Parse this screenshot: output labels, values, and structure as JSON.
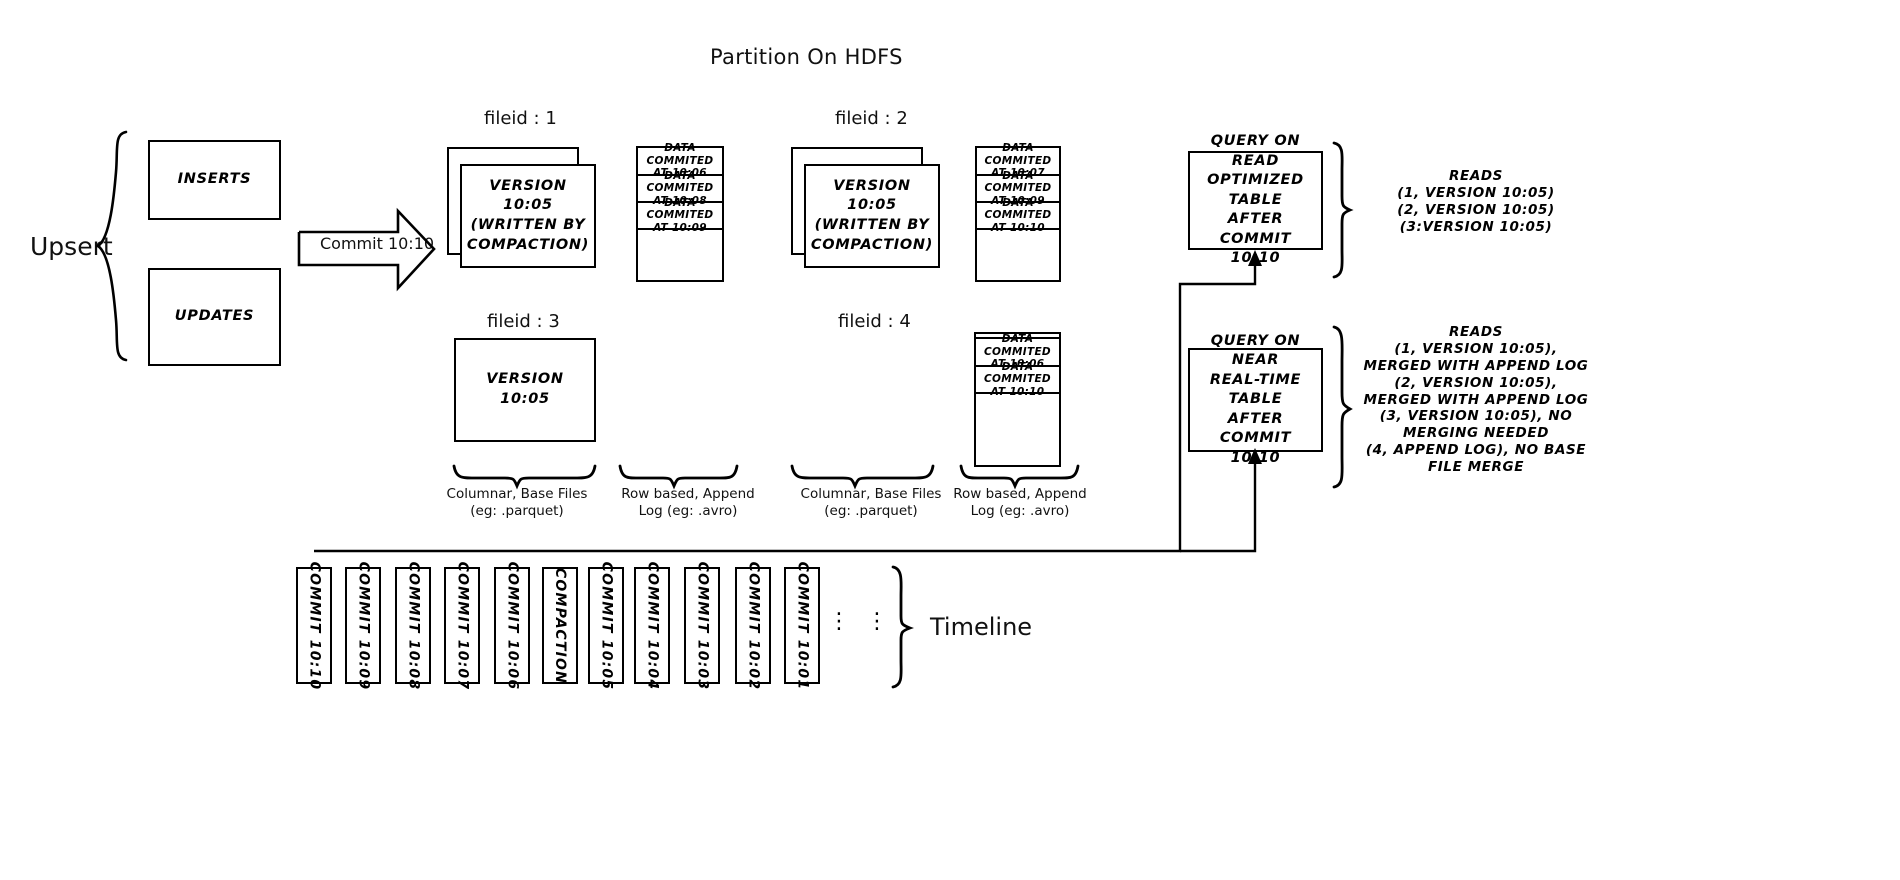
{
  "title": "Partition On HDFS",
  "upsert": {
    "label": "Upsert",
    "inserts_label": "INSERTS",
    "updates_label": "UPDATES"
  },
  "commit_arrow": {
    "label": "Commit 10:10"
  },
  "filegroups": [
    {
      "fileid_label": "fileid : 1",
      "base_text": "VERSION 10:05\n(WRITTEN BY\nCOMPACTION)",
      "log_entries": [
        "DATA COMMITED\nAT 10:06",
        "DATA COMMITED\nAT 10:08",
        "DATA COMMITED\nAT 10:09"
      ]
    },
    {
      "fileid_label": "fileid : 2",
      "base_text": "VERSION 10:05\n(WRITTEN BY\nCOMPACTION)",
      "log_entries": [
        "DATA COMMITED\nAT 10:07",
        "DATA COMMITED\nAT 10:09",
        "DATA COMMITED\nAT 10:10"
      ]
    },
    {
      "fileid_label": "fileid : 3",
      "base_text": "VERSION 10:05",
      "log_entries": []
    },
    {
      "fileid_label": "fileid : 4",
      "base_text": "",
      "log_entries": [
        "DATA COMMITED\nAT 10:06",
        "DATA COMMITED\nAT 10:10"
      ]
    }
  ],
  "brace_captions": {
    "columnar_left": "Columnar, Base Files\n(eg: .parquet)",
    "rowlog_left": "Row based,\nAppend Log  (eg:\n.avro)",
    "columnar_right": "Columnar, Base Files\n(eg: .parquet)",
    "rowlog_right": "Row based,\nAppend Log  (eg:\n.avro)"
  },
  "queries": [
    {
      "box_text": "QUERY ON READ\nOPTIMIZED TABLE\nAFTER COMMIT\n10:10",
      "reads_text": "READS\n(1, VERSION 10:05)\n(2, VERSION 10:05)\n(3:VERSION 10:05)"
    },
    {
      "box_text": "QUERY ON NEAR\nREAL-TIME TABLE\nAFTER COMMIT\n10:10",
      "reads_text": "READS\n(1, VERSION 10:05),\nMERGED WITH APPEND LOG\n(2, VERSION 10:05),\nMERGED WITH APPEND LOG\n(3, VERSION 10:05), NO\nMERGING NEEDED\n(4, APPEND LOG), NO BASE\nFILE MERGE"
    }
  ],
  "timeline": {
    "label": "Timeline",
    "commits": [
      "COMMIT 10:10",
      "COMMIT 10:09",
      "COMMIT 10:08",
      "COMMIT 10:07",
      "COMMIT 10:06",
      "COMPACTION",
      "COMMIT 10:05",
      "COMMIT 10:04",
      "COMMIT 10:03",
      "COMMIT 10:02",
      "COMMIT 10:01"
    ],
    "ellipsis": [
      "⋮",
      "⋮"
    ]
  },
  "colors": {
    "ink": "#000000",
    "paper": "#ffffff"
  }
}
